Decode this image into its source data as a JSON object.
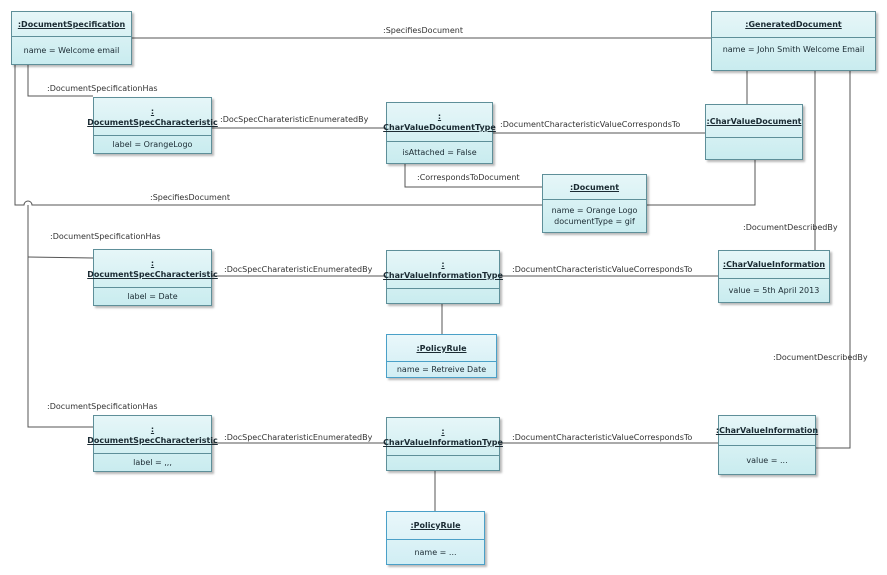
{
  "objects": {
    "doc_spec": {
      "title": ":DocumentSpecification",
      "attrs": [
        "name = Welcome email"
      ]
    },
    "generated_doc": {
      "title": ":GeneratedDocument",
      "attrs": [
        "name = John Smith Welcome Email"
      ]
    },
    "dsc_1": {
      "title_top": ":",
      "title": "DocumentSpecCharacteristic",
      "attrs": [
        "label = OrangeLogo"
      ]
    },
    "cvdt": {
      "title_top": ":",
      "title": "CharValueDocumentType",
      "attrs": [
        "isAttached = False"
      ]
    },
    "cvd": {
      "title": ":CharValueDocument",
      "attrs": []
    },
    "document": {
      "title": ":Document",
      "attrs": [
        "name = Orange Logo",
        "documentType = gif"
      ]
    },
    "dsc_2": {
      "title_top": ":",
      "title": "DocumentSpecCharacteristic",
      "attrs": [
        "label = Date"
      ]
    },
    "cvit_1": {
      "title_top": ":",
      "title": "CharValueInformationType",
      "attrs": []
    },
    "cvi_1": {
      "title": ":CharValueInformation",
      "attrs": [
        "value = 5th April 2013"
      ]
    },
    "policy_1": {
      "title": ":PolicyRule",
      "attrs": [
        "name = Retreive Date"
      ]
    },
    "dsc_3": {
      "title_top": ":",
      "title": "DocumentSpecCharacteristic",
      "attrs": [
        "label = ,,,"
      ]
    },
    "cvit_2": {
      "title_top": ":",
      "title": "CharValueInformationType",
      "attrs": []
    },
    "cvi_2": {
      "title": ":CharValueInformation",
      "attrs": [
        "value = ..."
      ]
    },
    "policy_2": {
      "title": ":PolicyRule",
      "attrs": [
        "name = ..."
      ]
    }
  },
  "links": {
    "specifies_document_top": ":SpecifiesDocument",
    "dsh_1": ":DocumentSpecificationHas",
    "dscenum_1": ":DocSpecCharateristicEnumeratedBy",
    "dcvct_1": ":DocumentCharacteristicValueCorrespondsTo",
    "corresponds_to_document": ":CorrespondsToDocument",
    "specifies_document_mid": ":SpecifiesDocument",
    "document_described_by_1": ":DocumentDescribedBy",
    "dsh_2": ":DocumentSpecificationHas",
    "dscenum_2": ":DocSpecCharateristicEnumeratedBy",
    "dcvct_2": ":DocumentCharacteristicValueCorrespondsTo",
    "document_described_by_2": ":DocumentDescribedBy",
    "dsh_3": ":DocumentSpecificationHas",
    "dscenum_3": ":DocSpecCharateristicEnumeratedBy",
    "dcvct_3": ":DocumentCharacteristicValueCorrespondsTo"
  }
}
